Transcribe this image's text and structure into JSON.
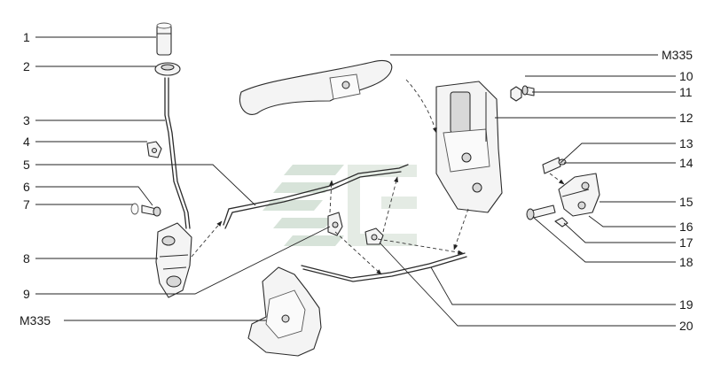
{
  "callouts": {
    "c1": "1",
    "c2": "2",
    "c3": "3",
    "c4": "4",
    "c5": "5",
    "c6": "6",
    "c7": "7",
    "c8": "8",
    "c9": "9",
    "cM335a": "M335",
    "cM335b": "M335",
    "c10": "10",
    "c11": "11",
    "c12": "12",
    "c13": "13",
    "c14": "14",
    "c15": "15",
    "c16": "16",
    "c17": "17",
    "c18": "18",
    "c19": "19",
    "c20": "20"
  },
  "colors": {
    "line": "#222222",
    "watermark": "#b7ccba",
    "background": "#ffffff"
  }
}
